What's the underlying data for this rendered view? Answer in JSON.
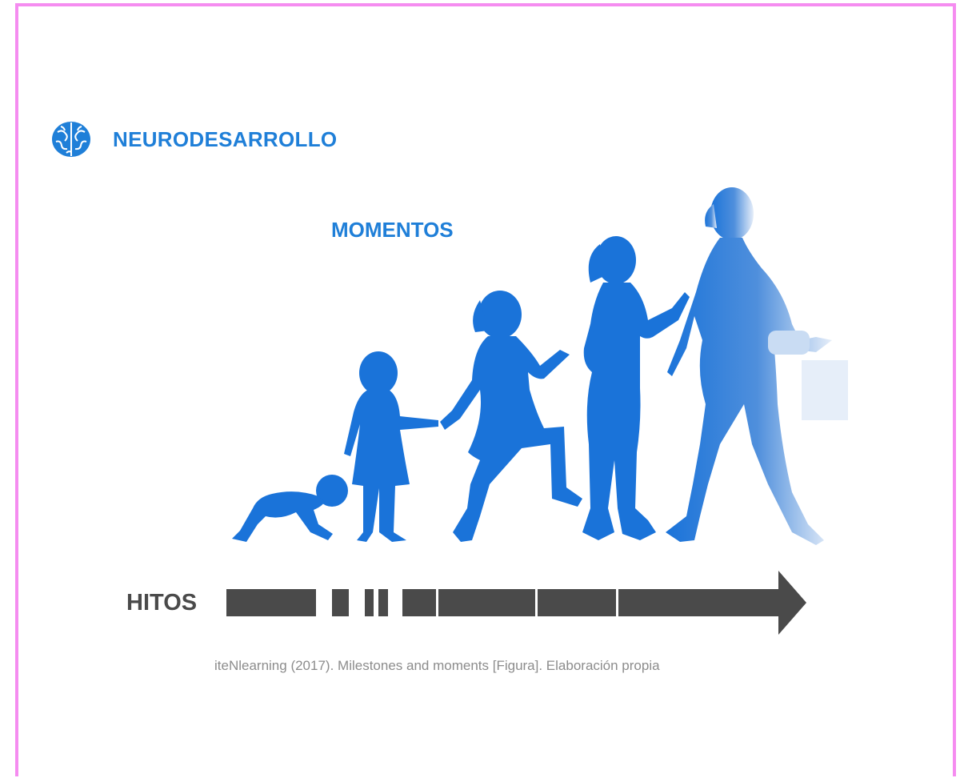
{
  "header": {
    "title": "NEURODESARROLLO",
    "icon": "brain-icon"
  },
  "diagram": {
    "moments_label": "MOMENTOS",
    "milestones_label": "HITOS",
    "stages": [
      "baby-crawling",
      "toddler",
      "child-running",
      "teen-girl",
      "adult-woman"
    ],
    "colors": {
      "accent": "#1f7fd8",
      "figure": "#1a73d9",
      "arrow": "#4a4a4a"
    }
  },
  "caption": "iteNlearning (2017). Milestones and moments [Figura]. Elaboración propia"
}
